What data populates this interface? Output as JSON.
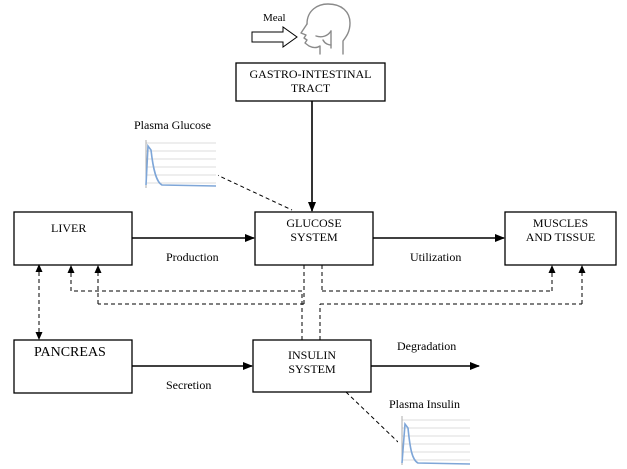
{
  "meal": {
    "label": "Meal"
  },
  "boxes": {
    "gastro": {
      "line1": "GASTRO-INTESTINAL",
      "line2": "TRACT"
    },
    "liver": {
      "label": "LIVER"
    },
    "glucose": {
      "line1": "GLUCOSE",
      "line2": "SYSTEM"
    },
    "muscles": {
      "line1": "MUSCLES",
      "line2": "AND TISSUE"
    },
    "pancreas": {
      "label": "PANCREAS"
    },
    "insulin": {
      "line1": "INSULIN",
      "line2": "SYSTEM"
    }
  },
  "edges": {
    "production": "Production",
    "utilization": "Utilization",
    "secretion": "Secretion",
    "degradation": "Degradation"
  },
  "plots": {
    "plasma_glucose": {
      "title": "Plasma Glucose",
      "color": "#7ea6d8"
    },
    "plasma_insulin": {
      "title": "Plasma Insulin",
      "color": "#7ea6d8"
    }
  }
}
